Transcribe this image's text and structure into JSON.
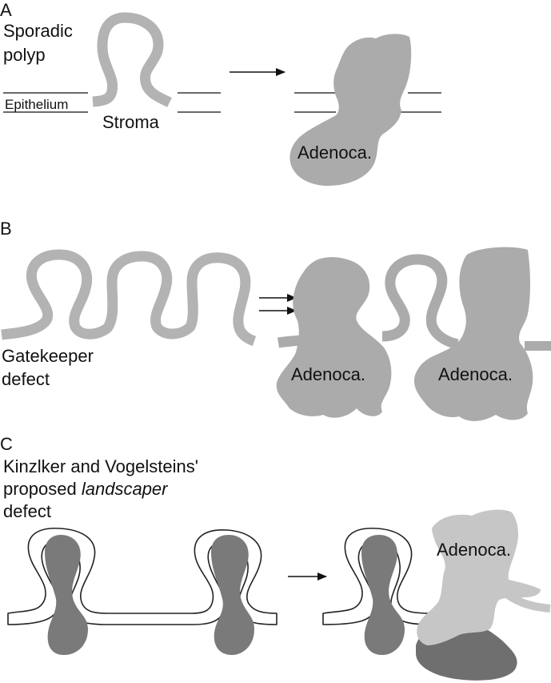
{
  "colors": {
    "epithelium": "#b3b3b3",
    "tumor": "#ababab",
    "tumor_light": "#c6c6c6",
    "stroma_dark": "#7a7a7a",
    "ink": "#111111",
    "outline": "#222222"
  },
  "panel_a": {
    "letter": "A",
    "title_line1": "Sporadic",
    "title_line2": "polyp",
    "epithelium_label": "Epithelium",
    "stroma_label": "Stroma",
    "tumor_label": "Adenoca.",
    "arrow_icon": "right-arrow-icon"
  },
  "panel_b": {
    "letter": "B",
    "caption_line1": "Gatekeeper",
    "caption_line2": "defect",
    "tumor_label_1": "Adenoca.",
    "tumor_label_2": "Adenoca.",
    "arrow_icon": "double-right-arrow-icon"
  },
  "panel_c": {
    "letter": "C",
    "title_line1": "Kinzlker and Vogelsteins'",
    "title_line2_prefix": "proposed ",
    "title_line2_italic": "landscaper",
    "title_line3": "defect",
    "tumor_label": "Adenoca.",
    "arrow_icon": "right-arrow-icon"
  }
}
